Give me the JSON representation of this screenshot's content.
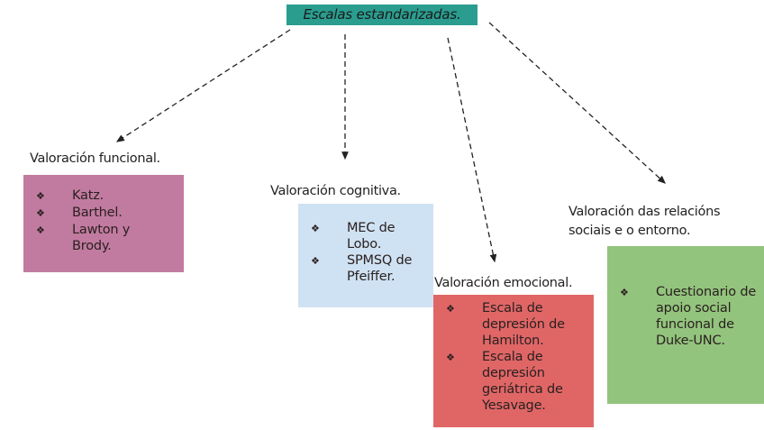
{
  "title": "Escalas estandarizadas.",
  "colors": {
    "title_bg": "#2a9d8f",
    "functional_bg": "#c27ba0",
    "cognitive_bg": "#cfe2f3",
    "emotional_bg": "#e06666",
    "social_bg": "#93c47d"
  },
  "bullet_icon": "diamond-cluster",
  "bullet_glyph": "❖",
  "categories": [
    {
      "heading": "Valoración funcional.",
      "items": [
        "Katz.",
        "Barthel.",
        "Lawton y Brody."
      ]
    },
    {
      "heading": "Valoración cognitiva.",
      "items": [
        "MEC de Lobo.",
        "SPMSQ de Pfeiffer."
      ]
    },
    {
      "heading": "Valoración emocional.",
      "items": [
        "Escala de depresión de Hamilton.",
        "Escala de depresión geriátrica de Yesavage."
      ]
    },
    {
      "heading": "Valoración das relacións sociais e o entorno.",
      "items": [
        "Cuestionario de apoio social funcional de Duke-UNC."
      ]
    }
  ]
}
